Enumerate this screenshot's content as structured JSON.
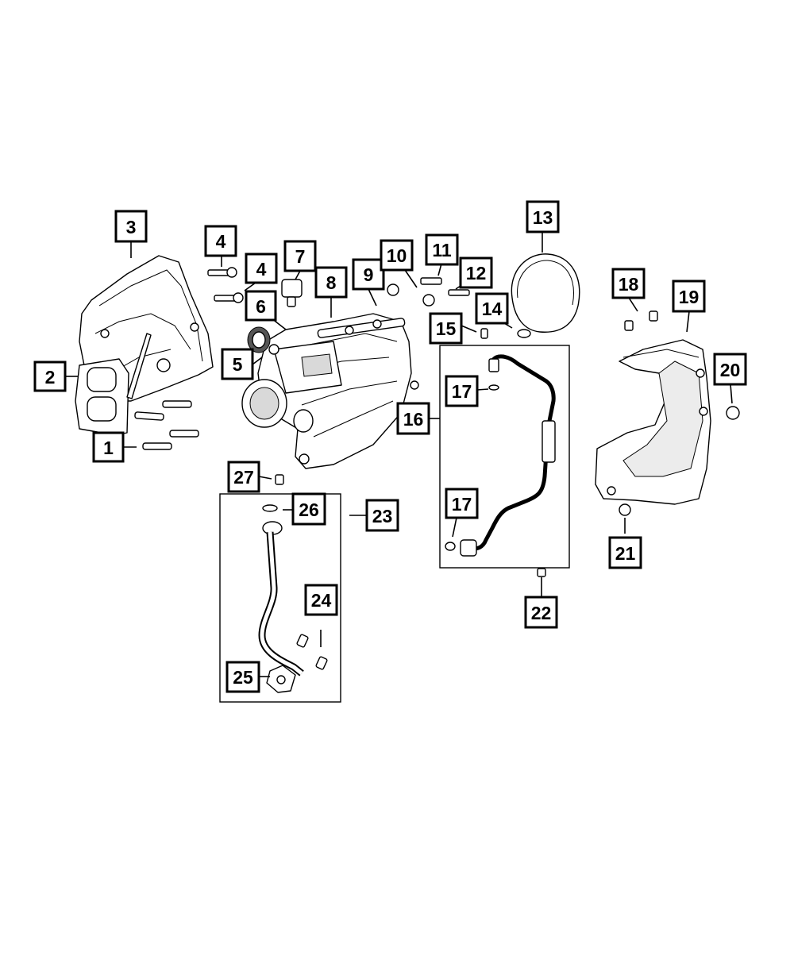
{
  "callouts": [
    {
      "id": "1",
      "label": "1"
    },
    {
      "id": "2",
      "label": "2"
    },
    {
      "id": "3",
      "label": "3"
    },
    {
      "id": "4a",
      "label": "4"
    },
    {
      "id": "4b",
      "label": "4"
    },
    {
      "id": "5",
      "label": "5"
    },
    {
      "id": "6",
      "label": "6"
    },
    {
      "id": "7",
      "label": "7"
    },
    {
      "id": "8",
      "label": "8"
    },
    {
      "id": "9",
      "label": "9"
    },
    {
      "id": "10",
      "label": "10"
    },
    {
      "id": "11",
      "label": "11"
    },
    {
      "id": "12",
      "label": "12"
    },
    {
      "id": "13",
      "label": "13"
    },
    {
      "id": "14",
      "label": "14"
    },
    {
      "id": "15",
      "label": "15"
    },
    {
      "id": "16",
      "label": "16"
    },
    {
      "id": "17a",
      "label": "17"
    },
    {
      "id": "17b",
      "label": "17"
    },
    {
      "id": "18",
      "label": "18"
    },
    {
      "id": "19",
      "label": "19"
    },
    {
      "id": "20",
      "label": "20"
    },
    {
      "id": "21",
      "label": "21"
    },
    {
      "id": "22",
      "label": "22"
    },
    {
      "id": "23",
      "label": "23"
    },
    {
      "id": "24",
      "label": "24"
    },
    {
      "id": "25",
      "label": "25"
    },
    {
      "id": "26",
      "label": "26"
    },
    {
      "id": "27",
      "label": "27"
    }
  ]
}
